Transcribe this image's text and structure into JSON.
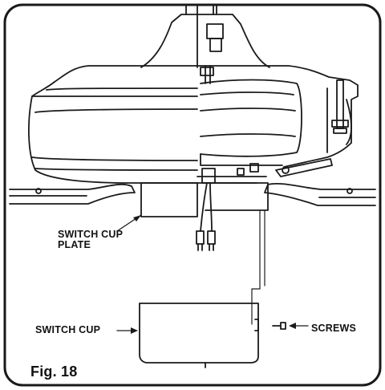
{
  "labels": {
    "switch_cup_plate_line1": "SWITCH CUP",
    "switch_cup_plate_line2": "PLATE",
    "switch_cup": "SWITCH CUP",
    "screws": "SCREWS",
    "figure_caption": "Fig. 18"
  },
  "colors": {
    "line": "#1a1a1a",
    "background": "#ffffff"
  }
}
